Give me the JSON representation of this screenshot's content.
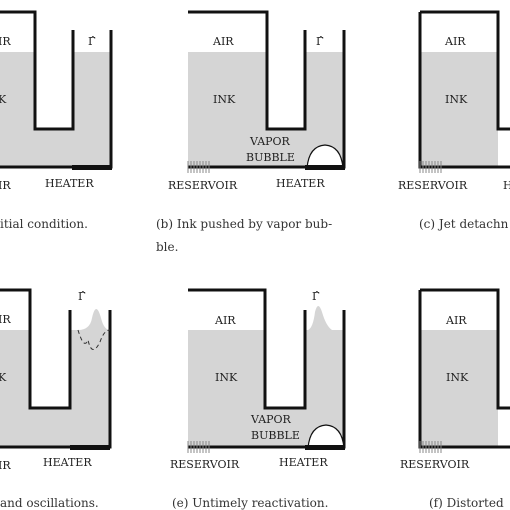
{
  "labels": {
    "air": "AIR",
    "ink": "INK",
    "heater": "HEATER",
    "reservoir": "RESERVOIR",
    "gamma": "Γ̂",
    "vapor": "VAPOR",
    "bubble": "BUBBLE"
  },
  "panels": [
    {
      "id": "a",
      "air": "IR",
      "ink": "K",
      "reservoir": "IR",
      "heater": "HEATER",
      "gamma": "Γ̂",
      "caption_line1": "itial condition.",
      "caption_line2": ""
    },
    {
      "id": "b",
      "air": "AIR",
      "ink": "INK",
      "reservoir": "RESERVOIR",
      "heater": "HEATER",
      "gamma": "Γ̂",
      "vapor": "VAPOR",
      "bubble": "BUBBLE",
      "caption_line1": "(b) Ink pushed by vapor bub-",
      "caption_line2": "ble."
    },
    {
      "id": "c",
      "air": "AIR",
      "ink": "INK",
      "reservoir": "RESERVOIR",
      "heater": "H",
      "caption_line1": "(c) Jet detachn",
      "caption_line2": ""
    },
    {
      "id": "d",
      "air": "IR",
      "ink": "K",
      "reservoir": "IR",
      "heater": "HEATER",
      "gamma": "Γ̂",
      "caption_line1": "and oscillations.",
      "caption_line2": ""
    },
    {
      "id": "e",
      "air": "AIR",
      "ink": "INK",
      "reservoir": "RESERVOIR",
      "heater": "HEATER",
      "gamma": "Γ̂",
      "vapor": "VAPOR",
      "bubble": "BUBBLE",
      "caption_line1": "(e) Untimely reactivation.",
      "caption_line2": ""
    },
    {
      "id": "f",
      "air": "AIR",
      "ink": "INK",
      "reservoir": "RESERVOIR",
      "caption_line1": "(f) Distorted",
      "caption_line2": ""
    }
  ]
}
